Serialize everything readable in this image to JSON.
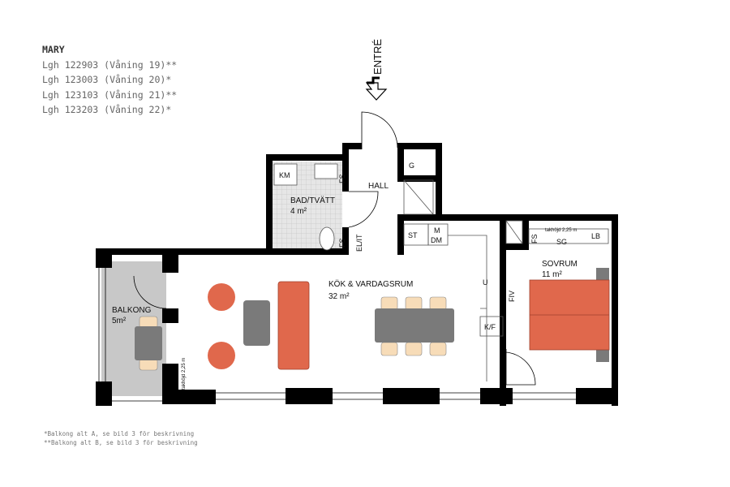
{
  "header": {
    "title": "MARY",
    "units": [
      "Lgh 122903 (Våning 19)**",
      "Lgh 123003 (Våning 20)*",
      "Lgh 123103 (Våning 21)**",
      "Lgh 123203 (Våning 22)*"
    ]
  },
  "notes": [
    "*Balkong alt A, se bild 3 för beskrivning",
    "**Balkong alt B, se bild 3 för beskrivning"
  ],
  "entrance": {
    "label": "ENTRÉ",
    "icon": "entrance-arrow-icon"
  },
  "rooms": {
    "hall": {
      "name": "HALL"
    },
    "bath": {
      "name": "BAD/TVÄTT",
      "area": "4 m²"
    },
    "living": {
      "name": "KÖK & VARDAGSRUM",
      "area": "32 m²"
    },
    "balcony": {
      "name": "BALKONG",
      "area": "5m²"
    },
    "bedroom": {
      "name": "SOVRUM",
      "area": "11 m²"
    }
  },
  "fixtures": {
    "km": "KM",
    "fs1": "FS",
    "fs2": "FS",
    "fs3": "FS",
    "elit": "EL/IT",
    "g": "G",
    "st": "ST",
    "m": "M",
    "dm": "DM",
    "u": "U",
    "k_f": "K/F",
    "lb": "LB",
    "sg": "SG",
    "fiv": "FIV",
    "ceiling_bed": "takhöjd 2,25 m",
    "ceiling_living": "takhöjd 2,25 m"
  },
  "colors": {
    "wall": "#000000",
    "furniture_accent": "#e0684c",
    "furniture_grey": "#7a7a7a",
    "balcony": "#c8c8c8",
    "chair": "#f7dcb8",
    "tile": "#e4e4e4"
  }
}
